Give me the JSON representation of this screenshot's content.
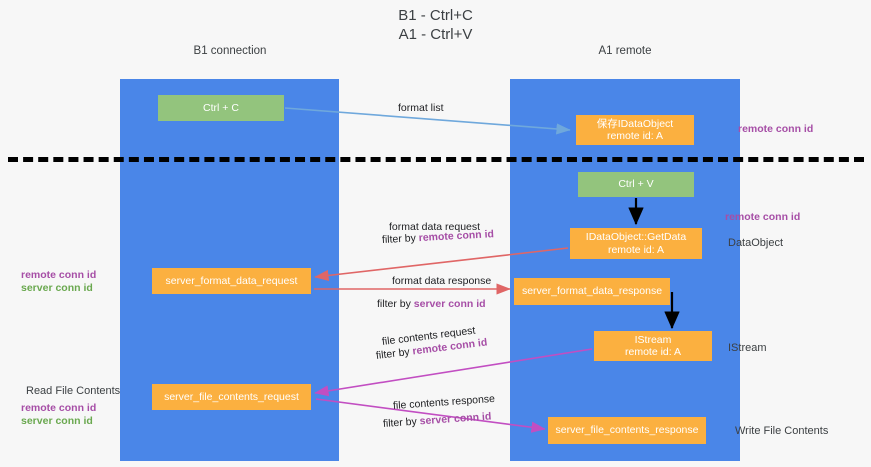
{
  "title": "B1 - Ctrl+C\nA1 - Ctrl+V",
  "columns": {
    "left": {
      "name": "B1",
      "role": "connection",
      "header": "B1\nconnection"
    },
    "right": {
      "name": "A1",
      "role": "remote",
      "header": "A1\nremote"
    }
  },
  "colors": {
    "lane": "#4a86e8",
    "green_box": "#93c47d",
    "orange_box": "#fbb040",
    "remote_conn_id": "#a64ea6",
    "server_conn_id": "#6aa84f",
    "divider": "#000000",
    "arrow_format_list": "#6fa8dc",
    "arrow_format_data": "#e06666",
    "arrow_file_contents": "#c24ec2",
    "arrow_black": "#000000",
    "background": "#f7f7f7"
  },
  "boxes": {
    "ctrl_c": "Ctrl + C",
    "save_idataobject": "保存IDataObject\nremote id: A",
    "ctrl_v": "Ctrl + V",
    "getdata": "IDataObject::GetData\nremote id: A",
    "server_format_data_request": "server_format_data_request",
    "server_format_data_response": "server_format_data_response",
    "istream": "IStream\nremote id: A",
    "server_file_contents_request": "server_file_contents_request",
    "server_file_contents_response": "server_file_contents_response"
  },
  "side_labels": {
    "dataobject": "DataObject",
    "istream": "IStream",
    "write_file_contents": "Write File Contents",
    "read_file_contents": "Read File Contents"
  },
  "conn_ids": {
    "remote": "remote conn id",
    "server": "server conn id"
  },
  "edges": {
    "format_list": "format list",
    "format_data_request": "format data request",
    "format_data_response": "format data response",
    "file_contents_request": "file contents request",
    "file_contents_response": "file contents response",
    "filter_by": "filter by "
  }
}
